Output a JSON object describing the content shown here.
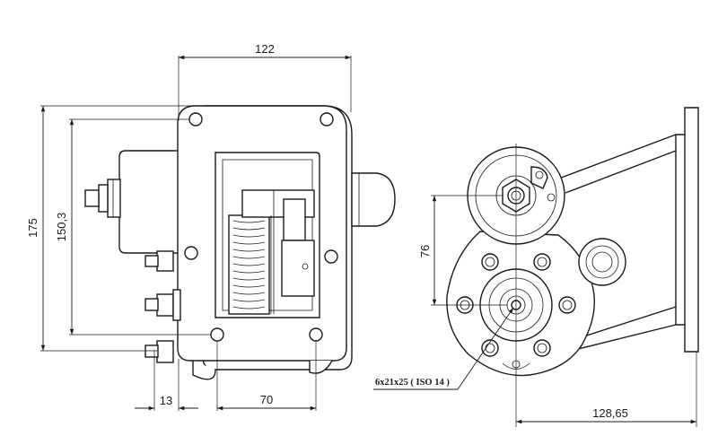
{
  "dimensions": {
    "width_top": "122",
    "height_total": "175",
    "height_holes": "150,3",
    "offset_left": "13",
    "hole_spacing": "70",
    "vertical_right": "76",
    "width_right": "128,65"
  },
  "callout": {
    "shaft": "6x21x25 ( ISO 14 )"
  }
}
